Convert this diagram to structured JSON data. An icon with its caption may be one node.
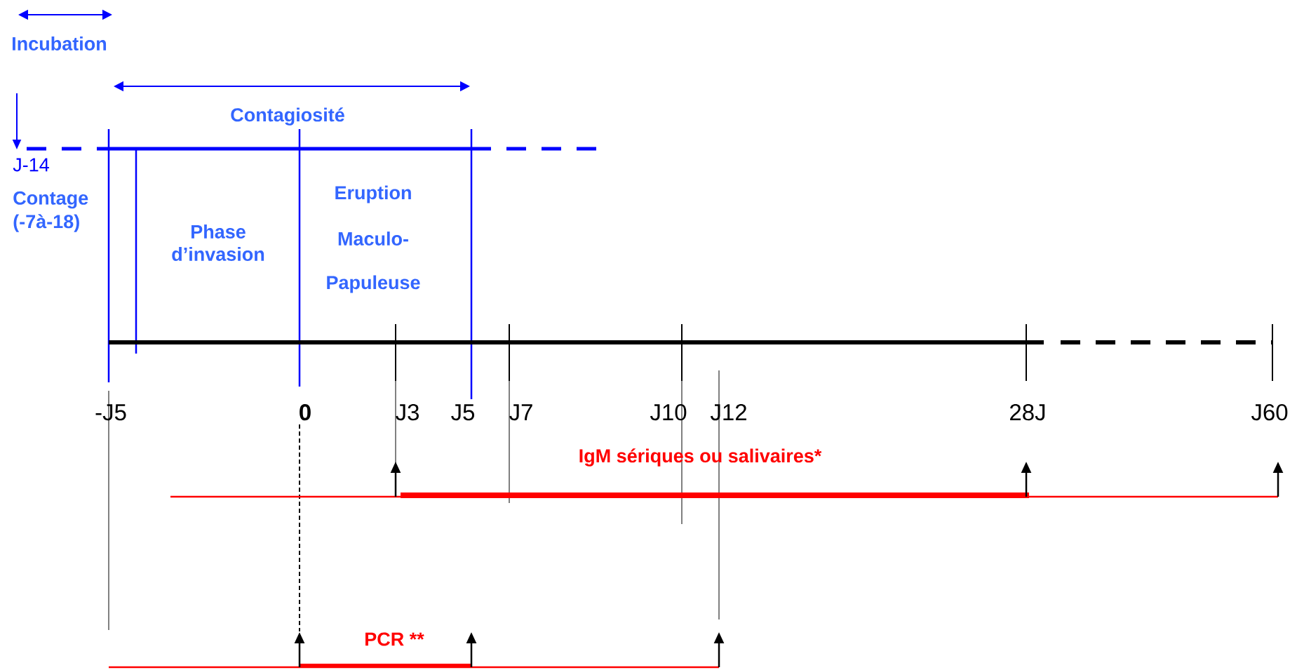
{
  "diagram": {
    "labels": [
      "Incubation",
      "Contagiosité",
      "J-14",
      "Contage",
      "(-7à-18)",
      "Phase d’invasion",
      "Eruption",
      "Maculo-",
      "Papuleuse",
      "-J5",
      "0",
      "J3",
      "J5",
      "J7",
      "J10",
      "J12",
      "28J",
      "J60",
      "IgM sériques ou salivaires*",
      "PCR **"
    ]
  }
}
